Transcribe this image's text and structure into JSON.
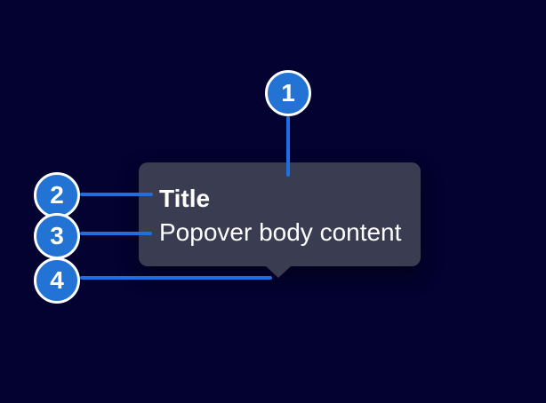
{
  "colors": {
    "background": "#030230",
    "popover_bg": "#3a3d52",
    "marker_fill": "#2273d4",
    "connector_blue": "#1f6fe0",
    "ring": "#ffffff",
    "text": "#ffffff"
  },
  "popover": {
    "title": "Title",
    "body": "Popover body content"
  },
  "callouts": [
    {
      "number": "1"
    },
    {
      "number": "2"
    },
    {
      "number": "3"
    },
    {
      "number": "4"
    }
  ]
}
